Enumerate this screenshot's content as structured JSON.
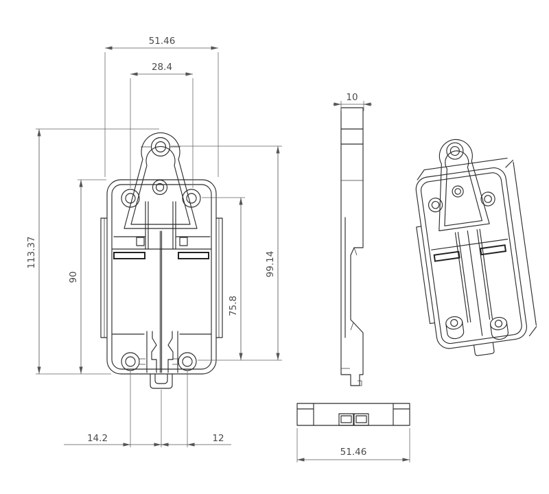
{
  "drawing": {
    "background_color": "#ffffff",
    "line_color": "#2b2b2b",
    "dimension_color": "#4a4a4a",
    "views": {
      "front": {
        "dims": {
          "overall_width": "51.46",
          "hook_hole_span": "28.4",
          "overall_height": "113.37",
          "body_height": "90",
          "hole_pitch_inner": "75.8",
          "hole_pitch_outer": "99.14",
          "bottom_offset_left": "14.2",
          "bottom_offset_right": "12"
        }
      },
      "side": {
        "dims": {
          "thickness": "10"
        }
      },
      "bottom": {
        "dims": {
          "overall_width": "51.46"
        }
      }
    }
  }
}
